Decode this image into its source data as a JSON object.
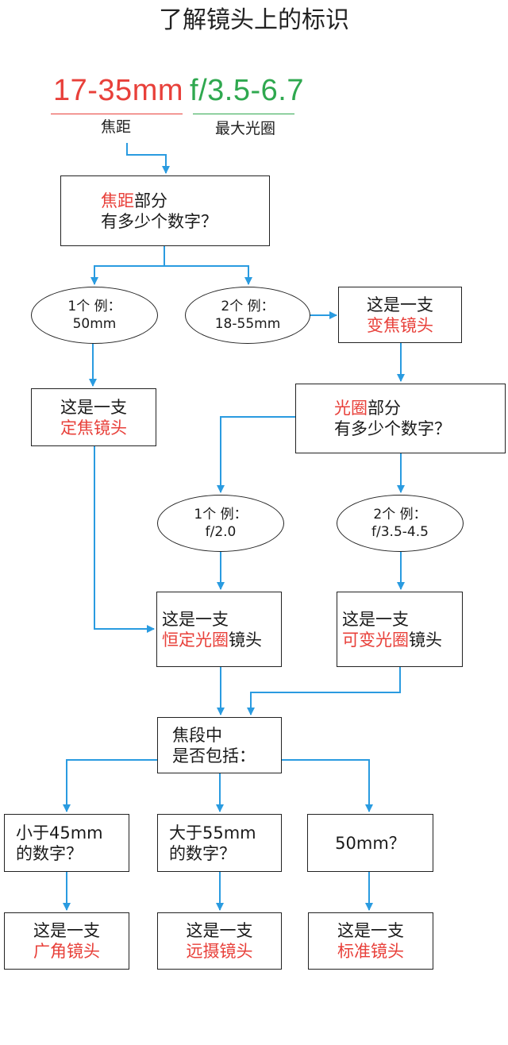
{
  "title": "了解镜头上的标识",
  "header": {
    "focal_value": "17-35mm",
    "focal_caption": "焦距",
    "aperture_value": "f/3.5-6.7",
    "aperture_caption": "最大光圈"
  },
  "nodes": {
    "q_focal": {
      "red": "焦距",
      "line1_rest": "部分",
      "line2": "有多少个数字？"
    },
    "one_focal": {
      "line1": "1个 例：",
      "line2": "50mm"
    },
    "two_focal": {
      "line1": "2个 例：",
      "line2": "18-55mm"
    },
    "zoom_lens": {
      "line1": "这是一支",
      "red": "变焦镜头"
    },
    "prime_lens": {
      "line1": "这是一支",
      "red": "定焦镜头"
    },
    "q_aperture": {
      "red": "光圈",
      "line1_rest": "部分",
      "line2": "有多少个数字？"
    },
    "one_aperture": {
      "line1": "1个 例：",
      "line2": "f/2.0"
    },
    "two_aperture": {
      "line1": "2个 例：",
      "line2": "f/3.5-4.5"
    },
    "constant_aperture": {
      "line1": "这是一支",
      "red": "恒定光圈",
      "rest": "镜头"
    },
    "variable_aperture": {
      "line1": "这是一支",
      "red": "可变光圈",
      "rest": "镜头"
    },
    "q_range": {
      "line1": "焦段中",
      "line2": "是否包括："
    },
    "under45": {
      "line1": "小于45mm",
      "line2": "的数字？"
    },
    "over55": {
      "line1": "大于55mm",
      "line2": "的数字？"
    },
    "at50": {
      "line1": "50mm？"
    },
    "wide_angle": {
      "line1": "这是一支",
      "red": "广角镜头"
    },
    "telephoto": {
      "line1": "这是一支",
      "red": "远摄镜头"
    },
    "standard": {
      "line1": "这是一支",
      "red": "标准镜头"
    }
  },
  "colors": {
    "arrow": "#2a9be0",
    "focal": "#e8403a",
    "aperture": "#2fa84f",
    "highlight": "#e8403a"
  }
}
